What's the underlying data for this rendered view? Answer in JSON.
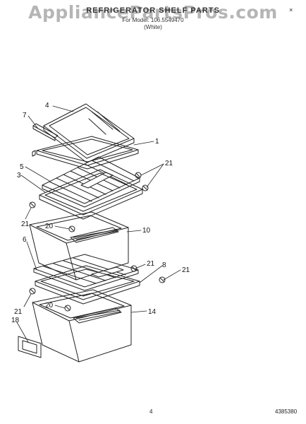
{
  "header": {
    "watermark": "AppliancePartsPros.com",
    "title": "REFRIGERATOR SHELF PARTS",
    "subtitle": "For Model: 106.5549470",
    "subtitle2": "(White)",
    "corner_mark": "×"
  },
  "footer": {
    "page_number": "4",
    "document_number": "4385380"
  },
  "callouts": {
    "c1": "1",
    "c3": "3",
    "c4": "4",
    "c5": "5",
    "c6": "6",
    "c7": "7",
    "c8": "8",
    "c10": "10",
    "c14": "14",
    "c18": "18",
    "c20a": "20",
    "c20b": "20",
    "c21a": "21",
    "c21b": "21",
    "c21c": "21",
    "c21d": "21",
    "c21e": "21"
  },
  "colors": {
    "line": "#222222",
    "watermark": "#8a8a8a"
  }
}
